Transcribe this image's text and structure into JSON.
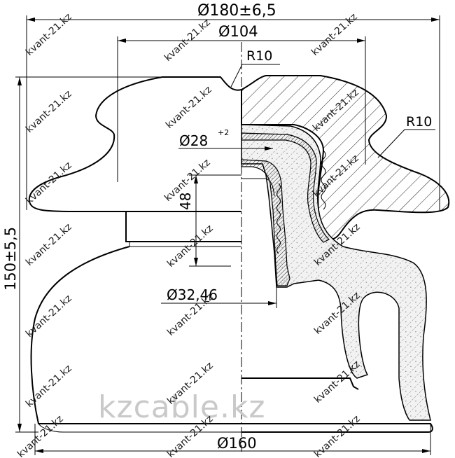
{
  "drawing": {
    "dims": {
      "overall_diameter": "Ø180±6,5",
      "top_diameter": "Ø104",
      "radius_top": "R10",
      "radius_right": "R10",
      "inner_diameter": "Ø28",
      "inner_tolerance": "+2",
      "depth": "48",
      "bore_diameter": "Ø32,46",
      "height": "150±5,5",
      "base_diameter": "Ø160"
    },
    "watermark_small": "kvant-21.kz",
    "watermark_big": "kzcable.kz"
  }
}
